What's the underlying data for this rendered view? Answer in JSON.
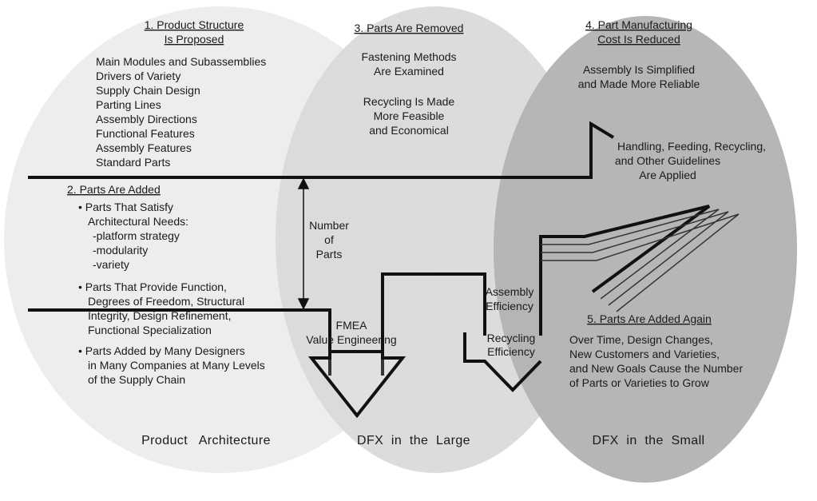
{
  "colors": {
    "ellipse_left": "#ededed",
    "ellipse_mid": "#d9d9d9",
    "ellipse_right": "#b2b2b2",
    "line": "#111111"
  },
  "architecture": {
    "step1": {
      "heading": [
        "1. Product Structure",
        "Is Proposed"
      ],
      "items": [
        "Main Modules and Subassemblies",
        "Drivers of Variety",
        "Supply Chain Design",
        "Parting Lines",
        "Assembly Directions",
        "Functional Features",
        "Assembly Features",
        "Standard Parts"
      ]
    },
    "step2": {
      "heading": "2. Parts Are Added",
      "lines": [
        "• Parts That Satisfy",
        "Architectural Needs:",
        "-platform strategy",
        "-modularity",
        "-variety",
        "• Parts That Provide Function,",
        "Degrees of Freedom, Structural",
        "Integrity, Design Refinement,",
        "Functional Specialization",
        "• Parts Added by Many Designers",
        "in Many Companies at Many Levels",
        "of the Supply Chain"
      ]
    },
    "footer": "Product   Architecture"
  },
  "dfx_large": {
    "step3": {
      "heading": "3. Parts Are Removed",
      "lines": [
        "Fastening Methods",
        "Are Examined",
        "",
        "Recycling Is Made",
        "More Feasible",
        "and Economical"
      ]
    },
    "arrow_fmea": [
      "FMEA",
      "Value Engineering"
    ],
    "arrow_assembly": [
      "Assembly",
      "Efficiency"
    ],
    "arrow_recycling": [
      "Recycling",
      "Efficiency"
    ],
    "footer": "DFX  in  the  Large"
  },
  "dfx_small": {
    "step4": {
      "heading": [
        "4. Part Manufacturing",
        "Cost Is Reduced"
      ],
      "lines": [
        "Assembly Is Simplified",
        "and Made More Reliable"
      ]
    },
    "guidelines": [
      "Handling, Feeding, Recycling,",
      "and Other Guidelines",
      "Are Applied"
    ],
    "step5": {
      "heading": "5. Parts Are Added Again",
      "lines": [
        "Over Time, Design Changes,",
        "New Customers and Varieties,",
        "and New Goals Cause the Number",
        "of Parts or Varieties to Grow"
      ]
    },
    "footer": "DFX  in  the  Small"
  },
  "number_of_parts": [
    "Number",
    "of",
    "Parts"
  ]
}
